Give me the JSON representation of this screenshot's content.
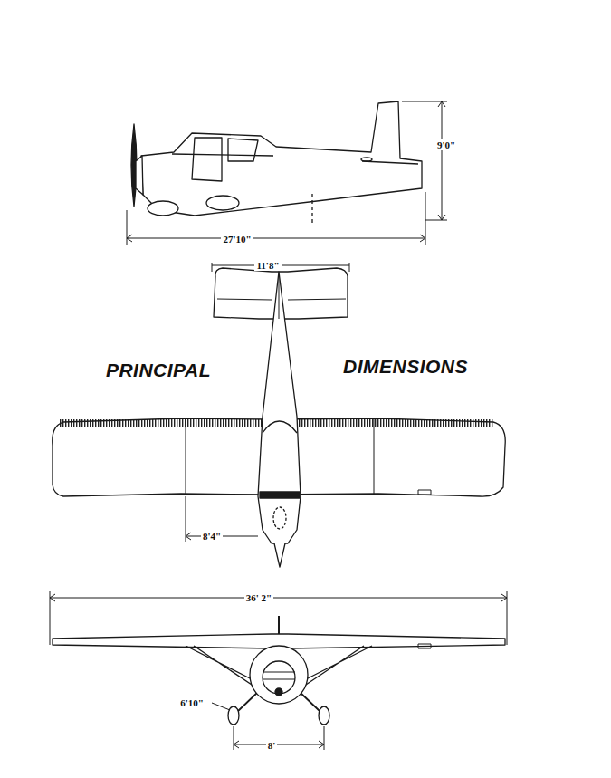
{
  "diagram": {
    "labels": [
      "9'0\"",
      "27'10\"",
      "11'8\"",
      "PRINCIPAL",
      "DIMENSIONS",
      "8'4\"",
      "36' 2\"",
      "6'10\"",
      "8'"
    ]
  }
}
